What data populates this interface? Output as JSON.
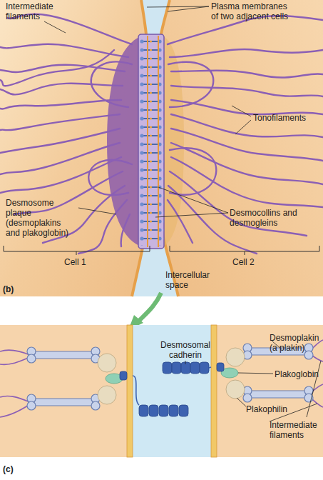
{
  "diagram": {
    "labels": [
      "Intermediate filaments",
      "Plasma membranes of two adjacent cells",
      "Tonofilaments",
      "Desmosome plaque (desmoplakins and plakoglobin)",
      "Desmocollins and desmogleins",
      "Cell 1",
      "Intercellular space",
      "Cell 2",
      "(b)",
      "Desmosomal cadherin",
      "Desmoplakin (a plakin)",
      "Plakoglobin",
      "Plakophilin",
      "Intermediate filaments",
      "(c)"
    ]
  }
}
